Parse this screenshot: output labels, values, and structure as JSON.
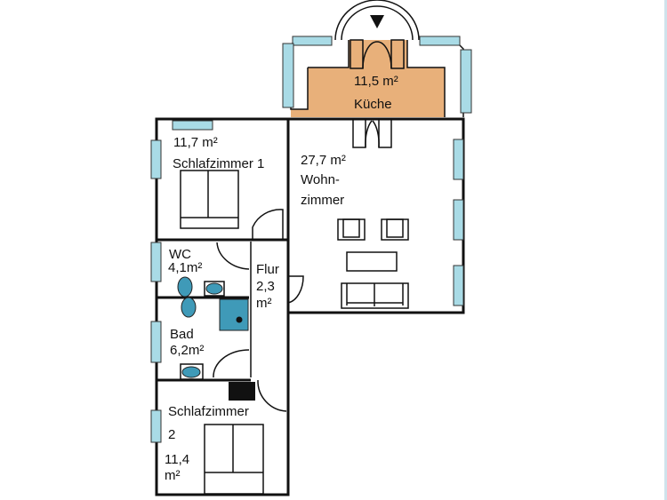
{
  "title": "Grundriss",
  "colors": {
    "kitchen": "#e8b07a",
    "window": "#a9dbe6",
    "sanitary": "#3f9ab8"
  },
  "rooms": {
    "kueche": {
      "area": "11,5 m²",
      "name": "Küche"
    },
    "wohnzimmer": {
      "area": "27,7 m²",
      "name_line1": "Wohn-",
      "name_line2": "zimmer"
    },
    "schlafzimmer1": {
      "area": "11,7 m²",
      "name": "Schlafzimmer 1"
    },
    "wc": {
      "name": "WC",
      "area": "4,1m²"
    },
    "flur": {
      "name": "Flur",
      "area_line1": "2,3",
      "area_line2": "m²"
    },
    "bad": {
      "name": "Bad",
      "area": "6,2m²"
    },
    "schlafzimmer2": {
      "name_line1": "Schlafzimmer",
      "name_line2": "2",
      "area_line1": "11,4",
      "area_line2": "m²"
    }
  }
}
